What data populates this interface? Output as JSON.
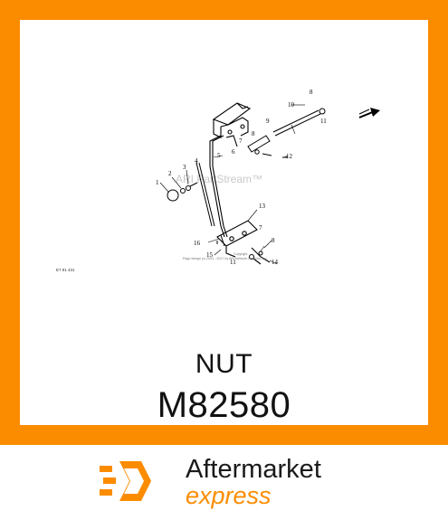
{
  "product": {
    "name": "NUT",
    "part_number": "M82580"
  },
  "diagram": {
    "watermark": "ARI PartStream™",
    "figure_code": "E7 91 431",
    "copyright_line1": "Copyright",
    "copyright_line2": "Page design (c) 2004 - 2017 by ARI Network Services, Inc.",
    "callouts": [
      "1",
      "2",
      "3",
      "4",
      "5",
      "6",
      "7",
      "8",
      "9",
      "10",
      "8",
      "11",
      "12",
      "13",
      "7",
      "8",
      "16",
      "15",
      "11",
      "14"
    ]
  },
  "brand": {
    "line1": "Aftermarket",
    "line2": "express",
    "accent_color": "#fb8c00",
    "icon": "hexagon-speed-logo-icon"
  }
}
